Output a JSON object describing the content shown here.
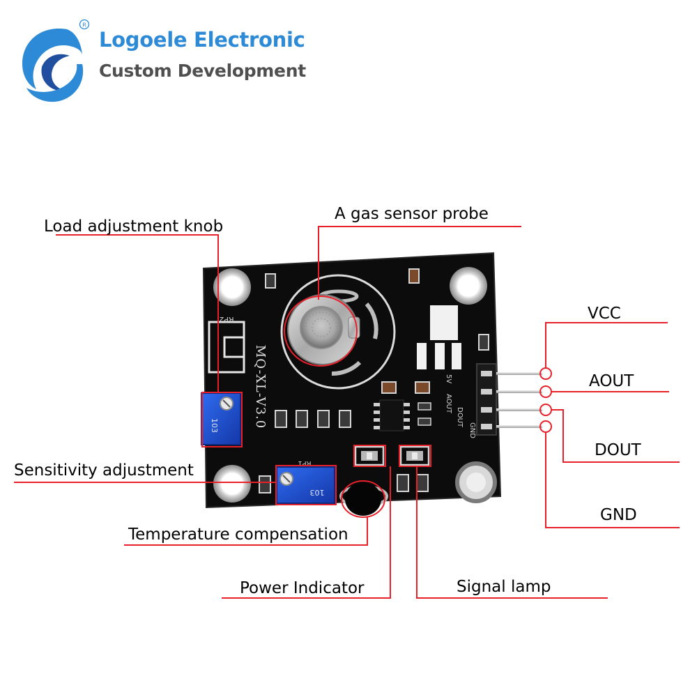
{
  "brand": {
    "name": "Logoele Electronic",
    "tagline": "Custom Development",
    "registered_mark": "R",
    "logo_color_primary": "#2c8ad6",
    "logo_color_dark": "#1f4f9e"
  },
  "board": {
    "silkscreen_model": "MQ-XL-V3.0",
    "pin_labels": [
      "5V",
      "AOUT",
      "DOUT",
      "GND"
    ],
    "pot_marking": "103",
    "pot_refs": [
      "RP1",
      "RP2"
    ],
    "colors": {
      "pcb": "#0c0c0c",
      "potentiometer": "#1c4fd0",
      "callout_line": "#e8202a"
    }
  },
  "callouts": {
    "gas_probe": "A gas sensor probe",
    "load_knob": "Load adjustment knob",
    "sensitivity": "Sensitivity adjustment",
    "temperature": "Temperature compensation",
    "power_indicator": "Power Indicator",
    "signal_lamp": "Signal lamp",
    "vcc": "VCC",
    "aout": "AOUT",
    "dout": "DOUT",
    "gnd": "GND"
  }
}
